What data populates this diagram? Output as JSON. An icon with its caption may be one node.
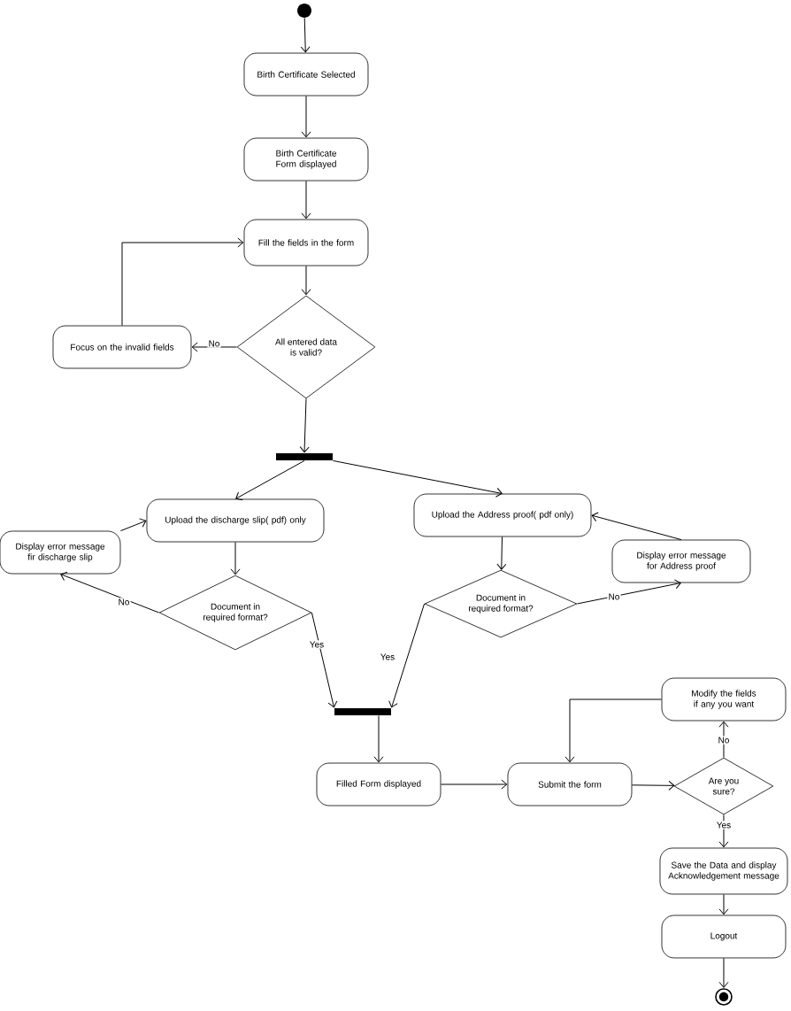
{
  "diagram": {
    "nodes": [
      {
        "text": [],
        "shape": "circle"
      },
      {
        "text": [
          "Birth Certificate Selected"
        ]
      },
      {
        "text": [
          "Birth Certificate Form displayed"
        ]
      },
      {
        "text": [
          "Fill the fields in the form"
        ]
      },
      {
        "text": [
          "All entered data is valid?"
        ]
      },
      {
        "text": [
          "Focus on the invalid fields"
        ]
      },
      {
        "text": [],
        "shape": "bar"
      },
      {
        "text": [
          "Upload the discharge slip( pdf) only"
        ]
      },
      {
        "text": [
          "Display error message fir discharge slip"
        ]
      },
      {
        "text": [
          "Document in required format?"
        ]
      },
      {
        "text": [
          "Upload the Address proof( pdf only)"
        ]
      },
      {
        "text": [
          "Display error message for Address proof"
        ]
      },
      {
        "text": [
          "Document in required format?"
        ]
      },
      {
        "text": [],
        "shape": "bar"
      },
      {
        "text": [
          "Filled Form displayed"
        ]
      },
      {
        "text": [
          "Submit the form"
        ]
      },
      {
        "text": [
          "Are you sure?"
        ]
      },
      {
        "text": [
          "Modify the fields if any you want"
        ]
      },
      {
        "text": [
          "Save the Data and display Acknowledgement message"
        ]
      },
      {
        "text": [
          "Logout"
        ]
      },
      {
        "text": [],
        "shape": "circle"
      }
    ],
    "edges": [
      {
        "from": 0,
        "to": 1,
        "arrow": "to"
      },
      {
        "from": 1,
        "to": 2,
        "arrow": "to"
      },
      {
        "from": 2,
        "to": 3,
        "arrow": "to"
      },
      {
        "from": 3,
        "to": 4,
        "arrow": "to"
      },
      {
        "from": 4,
        "to": 5,
        "arrow": "to",
        "label": "No"
      },
      {
        "from": 5,
        "to": 3,
        "arrow": "to"
      },
      {
        "from": 4,
        "to": 6,
        "arrow": "to"
      },
      {
        "from": 6,
        "to": 7,
        "arrow": "to"
      },
      {
        "from": 6,
        "to": 10,
        "arrow": "to"
      },
      {
        "from": 7,
        "to": 9,
        "arrow": "to"
      },
      {
        "from": 9,
        "to": 8,
        "arrow": "to",
        "label": "No"
      },
      {
        "from": 8,
        "to": 7,
        "arrow": "to"
      },
      {
        "from": 9,
        "to": 13,
        "arrow": "to",
        "label": "Yes"
      },
      {
        "from": 10,
        "to": 12,
        "arrow": "to"
      },
      {
        "from": 12,
        "to": 11,
        "arrow": "to",
        "label": "No"
      },
      {
        "from": 11,
        "to": 10,
        "arrow": "to"
      },
      {
        "from": 12,
        "to": 13,
        "arrow": "to",
        "label": "Yes"
      },
      {
        "from": 13,
        "to": 14,
        "arrow": "to"
      },
      {
        "from": 14,
        "to": 15,
        "arrow": "to"
      },
      {
        "from": 15,
        "to": 16,
        "arrow": "to"
      },
      {
        "from": 16,
        "to": 17,
        "arrow": "to",
        "label": "No"
      },
      {
        "from": 17,
        "to": 15,
        "arrow": "to"
      },
      {
        "from": 16,
        "to": 18,
        "arrow": "to",
        "label": "Yes"
      },
      {
        "from": 18,
        "to": 19,
        "arrow": "to"
      },
      {
        "from": 19,
        "to": 20,
        "arrow": "to"
      }
    ]
  }
}
